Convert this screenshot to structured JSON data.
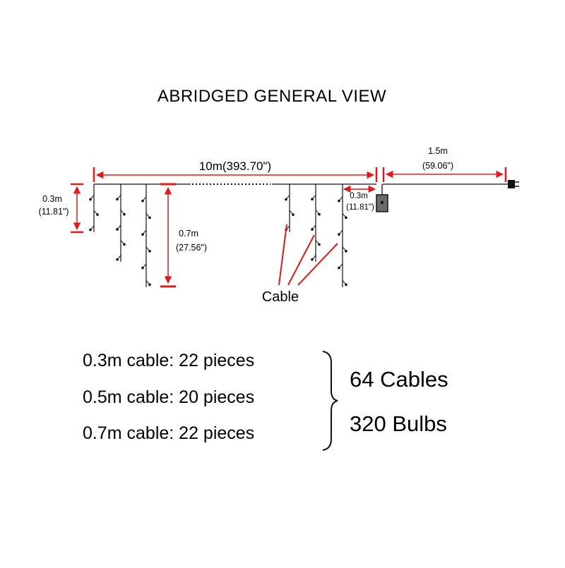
{
  "title": "ABRIDGED GENERAL VIEW",
  "colors": {
    "dimension": "#e01a1a",
    "line": "#111111",
    "controller": "#555555"
  },
  "dimensions": {
    "total_length": "10m(393.70\")",
    "lead_length_m": "1.5m",
    "lead_length_in": "(59.06\")",
    "drop_short_left_m": "0.3m",
    "drop_short_left_in": "(11.81\")",
    "drop_long_m": "0.7m",
    "drop_long_in": "(27.56\")",
    "spacing_m": "0.3m",
    "spacing_in": "(11.81\")"
  },
  "cable_label": "Cable",
  "specs": [
    "0.3m cable: 22 pieces",
    "0.5m cable: 20 pieces",
    "0.7m cable: 22 pieces"
  ],
  "totals": {
    "cables": "64 Cables",
    "bulbs": "320 Bulbs"
  }
}
